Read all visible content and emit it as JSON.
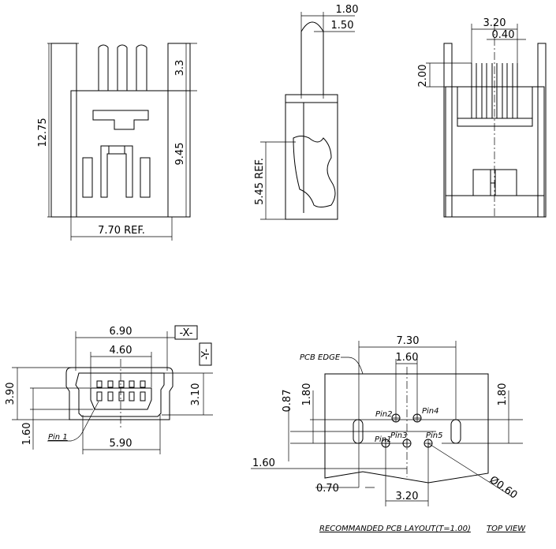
{
  "front_view": {
    "dim_height_total": "12.75",
    "dim_pin_height": "3.3",
    "dim_body_height": "9.45",
    "dim_width_ref": "7.70  REF."
  },
  "side_view": {
    "dim_top_outer": "1.80",
    "dim_top_inner": "1.50",
    "dim_height_ref": "5.45  REF."
  },
  "rear_view": {
    "dim_pin_span": "3.20",
    "dim_pin_pitch": "0.40",
    "dim_pin_len": "2.00"
  },
  "opening_view": {
    "dim_shell_width": "6.90",
    "dim_inner_width": "4.60",
    "datum_x": "-X-",
    "datum_y": "-Y-",
    "dim_shell_height": "3.90",
    "dim_inner_height": "3.10",
    "dim_offset": "1.60",
    "dim_bottom_width": "5.90",
    "pin1_label": "Pin  1"
  },
  "pcb_layout": {
    "pcb_edge_label": "PCB  EDGE",
    "dim_slot_span": "7.30",
    "dim_pin_pitch_top": "1.60",
    "dim_row_offset": "0.87",
    "dim_left_slot": "1.80",
    "dim_right_slot": "1.80",
    "dim_edge_offset": "1.60",
    "dim_slot_width": "0.70",
    "dim_pin_span": "3.20",
    "dim_hole_dia": "Ø0.60",
    "pins": [
      "Pin1",
      "Pin2",
      "Pin3",
      "Pin4",
      "Pin5"
    ],
    "caption": "RECOMMANDED  PCB  LAYOUT(T=1.00)",
    "view_label": "TOP  VIEW"
  }
}
